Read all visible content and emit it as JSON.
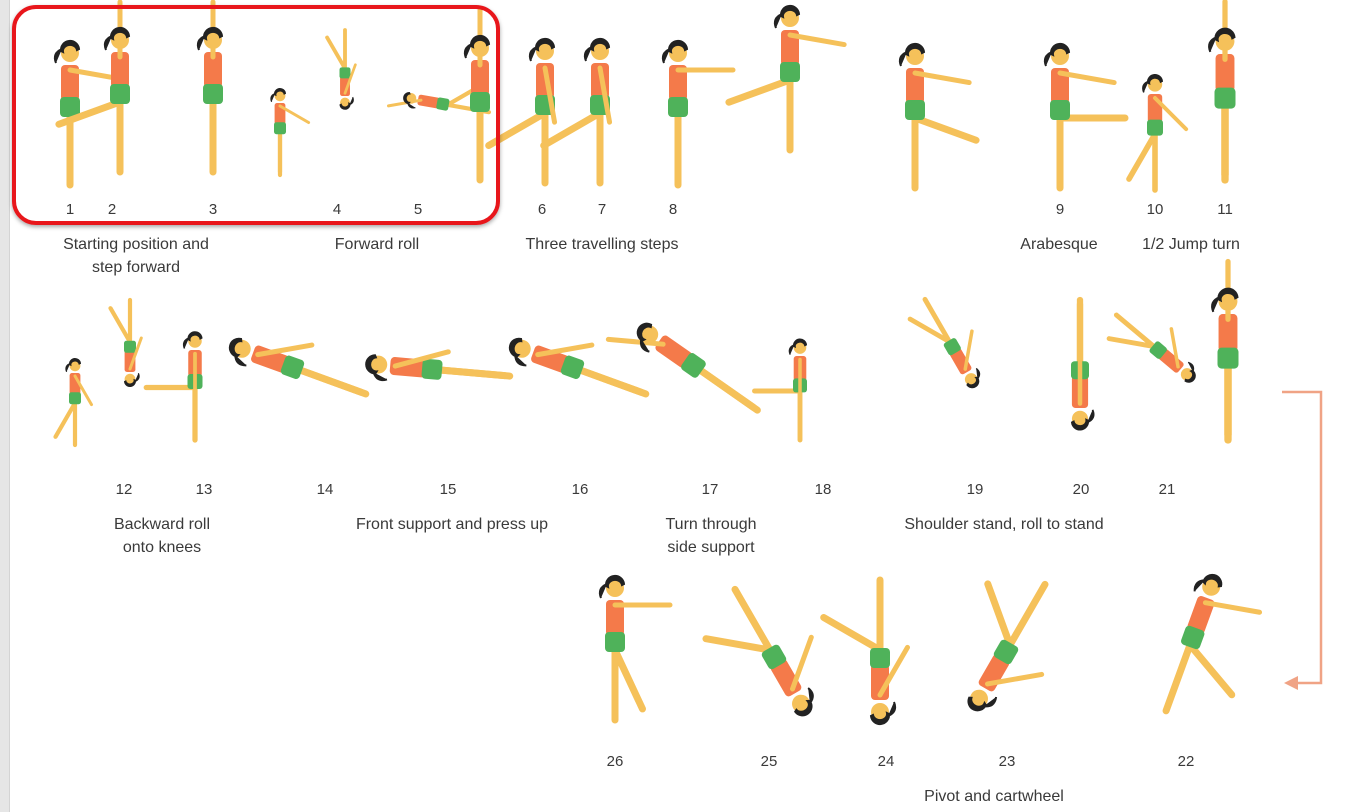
{
  "numbers": [
    "1",
    "2",
    "3",
    "4",
    "5",
    "6",
    "7",
    "8",
    "9",
    "10",
    "11",
    "12",
    "13",
    "14",
    "15",
    "16",
    "17",
    "18",
    "19",
    "20",
    "21",
    "22",
    "23",
    "24",
    "25",
    "26"
  ],
  "captions": {
    "starting_1": "Starting position and",
    "starting_2": "step forward",
    "forward_roll": "Forward roll",
    "travelling": "Three travelling steps",
    "arabesque": "Arabesque",
    "jump_turn": "1/2 Jump turn",
    "backward_1": "Backward roll",
    "backward_2": "onto knees",
    "front_support": "Front support and press up",
    "turn_1": "Turn through",
    "turn_2": "side support",
    "shoulder": "Shoulder stand, roll to stand",
    "pivot": "Pivot and cartwheel"
  },
  "colors": {
    "highlight": "#e8161b",
    "arrow": "#f0a385",
    "shirt": "#f47a4a",
    "shorts": "#4fb25a",
    "skin": "#f5c15a",
    "hair": "#222222"
  }
}
